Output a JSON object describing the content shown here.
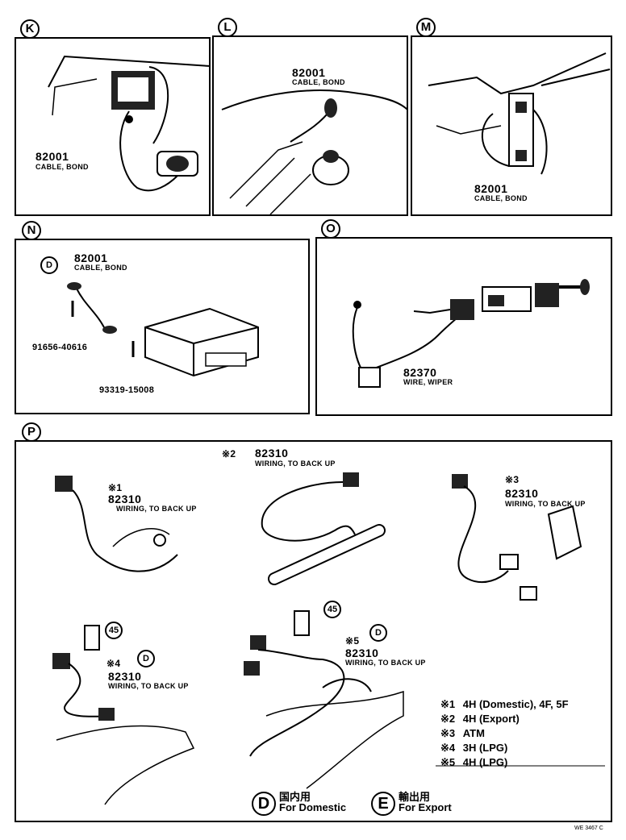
{
  "sections": {
    "K": {
      "badge": "K",
      "part_no": "82001",
      "desc": "CABLE, BOND"
    },
    "L": {
      "badge": "L",
      "part_no": "82001",
      "desc": "CABLE, BOND"
    },
    "M": {
      "badge": "M",
      "part_no": "82001",
      "desc": "CABLE, BOND"
    },
    "N": {
      "badge": "N",
      "part_no": "82001",
      "desc": "CABLE, BOND",
      "variant": "D",
      "bolt1": "91656-40616",
      "bolt2": "93319-15008"
    },
    "O": {
      "badge": "O",
      "part_no": "82370",
      "desc": "WIRE, WIPER"
    },
    "P": {
      "badge": "P",
      "items": [
        {
          "mark": "※1",
          "part_no": "82310",
          "desc": "WIRING, TO BACK UP"
        },
        {
          "mark": "※2",
          "part_no": "82310",
          "desc": "WIRING, TO BACK UP"
        },
        {
          "mark": "※3",
          "part_no": "82310",
          "desc": "WIRING, TO BACK UP"
        },
        {
          "mark": "※4",
          "part_no": "82310",
          "desc": "WIRING, TO BACK UP",
          "variant": "D",
          "clip": "45"
        },
        {
          "mark": "※5",
          "part_no": "82310",
          "desc": "WIRING, TO BACK UP",
          "variant": "D",
          "clip": "45"
        }
      ],
      "notes": [
        {
          "mark": "※1",
          "text": "4H (Domestic), 4F, 5F"
        },
        {
          "mark": "※2",
          "text": "4H (Export)"
        },
        {
          "mark": "※3",
          "text": "ATM"
        },
        {
          "mark": "※4",
          "text": "3H (LPG)"
        },
        {
          "mark": "※5",
          "text": "4H (LPG)"
        }
      ],
      "legend": [
        {
          "symbol": "D",
          "jp": "国内用",
          "en": "For Domestic"
        },
        {
          "symbol": "E",
          "jp": "輸出用",
          "en": "For Export"
        }
      ],
      "ref": "WE 3467 C"
    }
  }
}
